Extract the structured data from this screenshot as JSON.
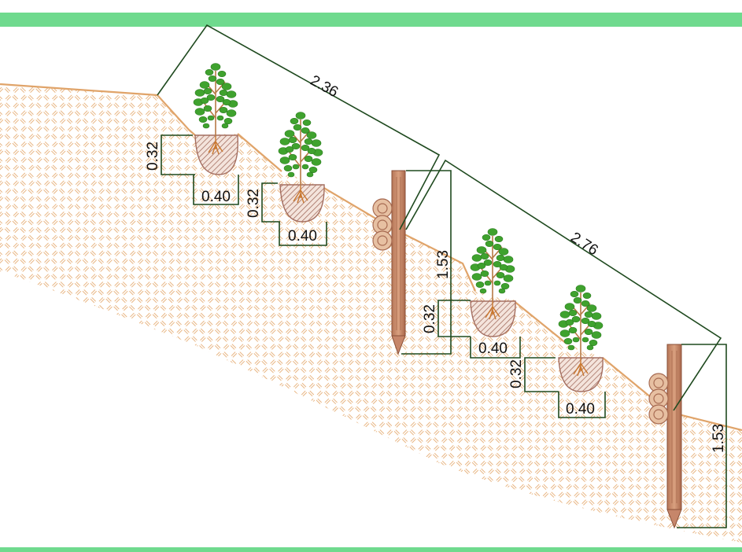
{
  "colors": {
    "frame_band": "#6fda8e",
    "soil_line": "#e0a46a",
    "hatch": "#e8b582",
    "dimension_line": "#1f4a1f",
    "stake": "#c6866a",
    "pit_fill": "#b98a7a",
    "foliage": "#3fa22e"
  },
  "dimensions": {
    "upper_span": "2.36",
    "lower_span": "2.76",
    "pit_depth_1": "0.32",
    "pit_width_1": "0.40",
    "pit_depth_2": "0.32",
    "pit_width_2": "0.40",
    "pit_depth_3": "0.32",
    "pit_width_3": "0.40",
    "pit_depth_4": "0.32",
    "pit_width_4": "0.40",
    "stake_length_1": "1.53",
    "stake_length_2": "1.53"
  }
}
